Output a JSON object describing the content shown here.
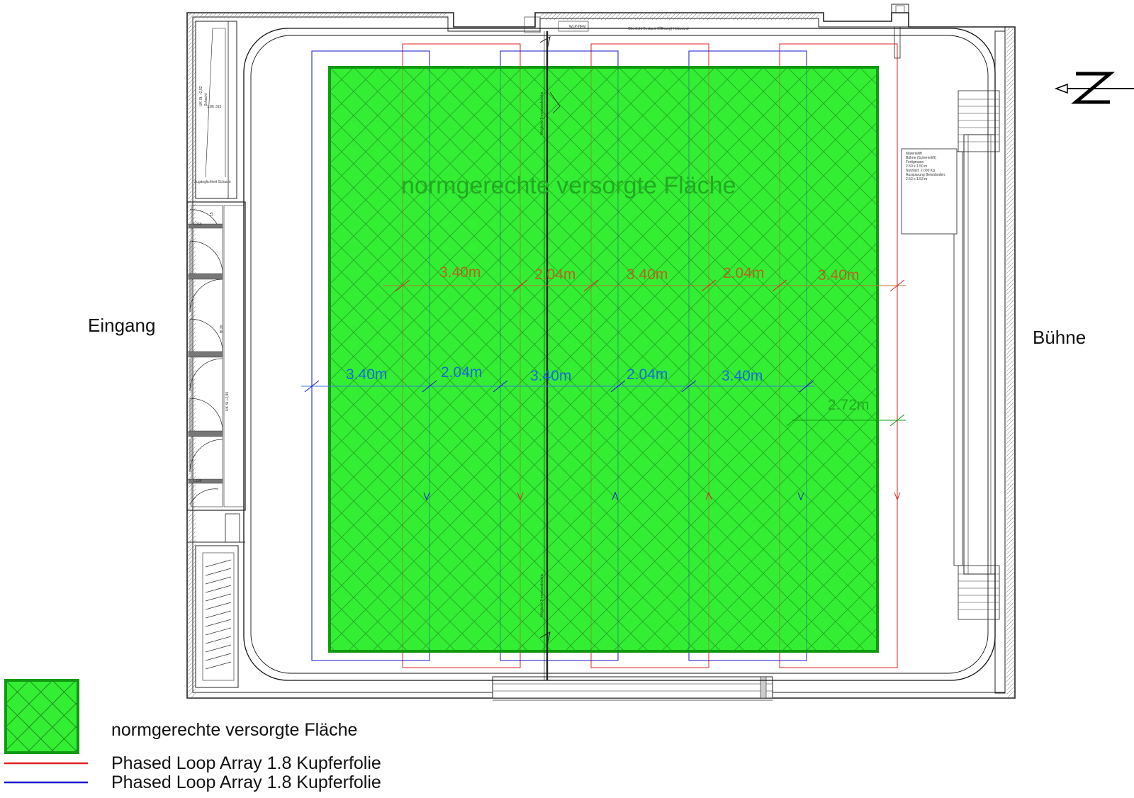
{
  "labels": {
    "area_title": "normgerechte versorgte Fläche",
    "entrance": "Eingang",
    "stage": "Bühne"
  },
  "dimensions": {
    "red_row": [
      "3.40m",
      "2.04m",
      "3.40m",
      "2.04m",
      "3.40m"
    ],
    "blue_row": [
      "3.40m",
      "2.04m",
      "3.40m",
      "2.04m",
      "3.40m"
    ],
    "green_offset": "2.72m"
  },
  "legend": {
    "area": "normgerechte versorgte Fläche",
    "red_loop": "Phased Loop Array 1.8 Kupferfolie",
    "blue_loop": "Phased Loop Array 1.8 Kupferfolie"
  },
  "small_text": {
    "top_wall": "WLP-HFM",
    "top_wall_note": "Oberlicht Bestand (Öffnung) Holzwand",
    "left_1": "UK St. +2,52",
    "left_2": "Schacht",
    "left_3": "1.86",
    "left_4": "315",
    "left_5": "Zugänglichkeit Schacht",
    "left_6": "15",
    "left_7": "1.069",
    "left_8": "1.188",
    "left_9": "Bl 30",
    "left_10": "UK St +2,90",
    "stage_box": [
      "Materiallift",
      "Bühne (Scherenlift)",
      "Fertigmass:",
      "2.50 x 1.50 m",
      "Nutzlast: 2.000 Kg",
      "Aussparung Betonboden:",
      "2.53 x 1.53 m"
    ],
    "cable_1": "Mögliche Trennwandnische",
    "cable_2": "Mögliche Trennwandnische"
  },
  "colors": {
    "area_fill": "#33ee33",
    "area_border": "#119911",
    "red_loop": "#e02020",
    "blue_loop": "#1515cc",
    "red_dim_text": "#b5651d",
    "blue_dim_text": "#1a6ad8",
    "green_text": "#22aa22"
  },
  "icons": {
    "north_arrow": "north-arrow-icon"
  }
}
